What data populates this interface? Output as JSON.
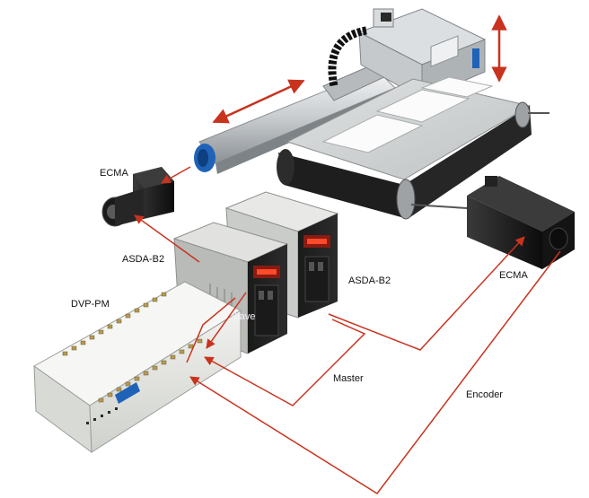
{
  "labels": {
    "ecma_left": "ECMA",
    "asda_left": "ASDA-B2",
    "asda_right": "ASDA-B2",
    "ecma_right": "ECMA",
    "dvp": "DVP-PM",
    "slave": "Slave",
    "master": "Master",
    "encoder": "Encoder"
  },
  "colors": {
    "wire": "#c8331f",
    "motor": "#1c1c1c",
    "rail": "#cfd3d6",
    "panel": "#e7e8e4"
  },
  "icons": {
    "motion_arrow_horizontal": "double-arrow",
    "motion_arrow_vertical": "double-arrow",
    "signal_arrow": "arrowhead"
  }
}
